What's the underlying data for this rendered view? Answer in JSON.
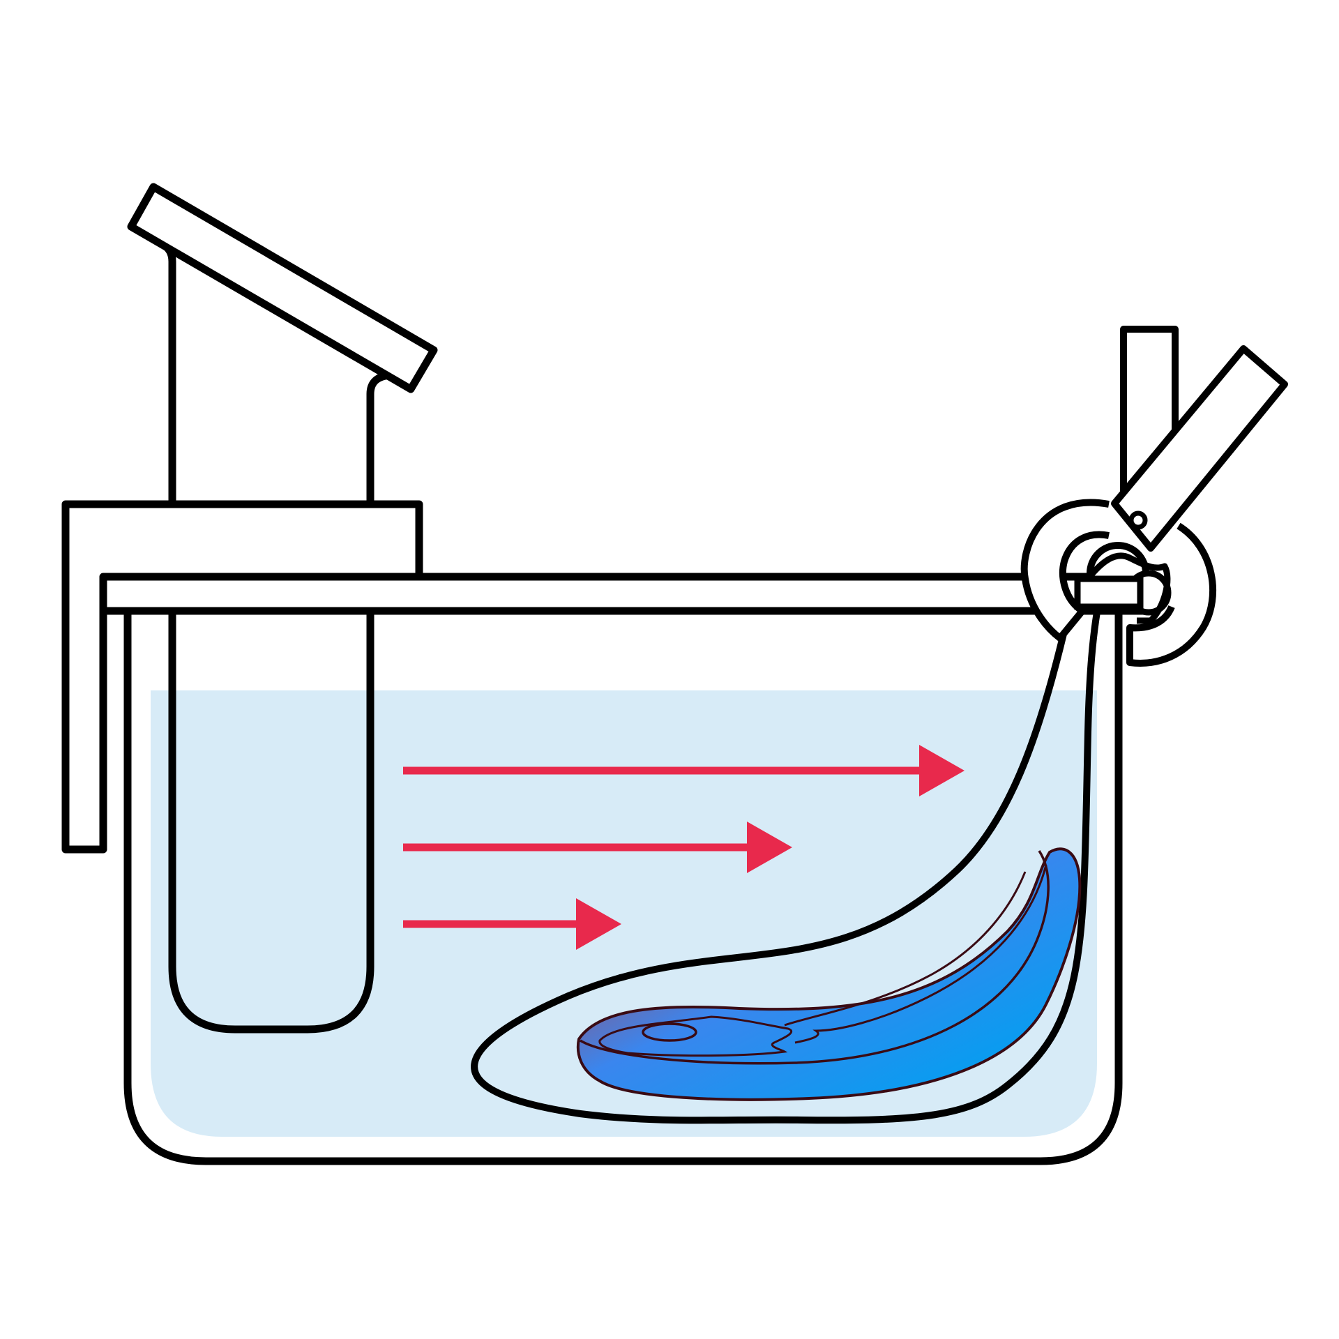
{
  "diagram": {
    "kind": "sous-vide setup: immersion circulator clipped to a water bath with a vacuum-sealed steak in a bag clipped to the rim",
    "labels": [],
    "colors": {
      "outline": "#000000",
      "background": "#ffffff",
      "water": "#d7ebf7",
      "flow_arrow": "#e8294c",
      "steak_hot": "#c0393b",
      "steak_mid": "#3a86ee",
      "steak_cold": "#00a0f0"
    },
    "flow_arrows": {
      "count": 3,
      "direction": "right"
    },
    "components": [
      "immersion-circulator",
      "circulator-clamp",
      "water-bath",
      "water",
      "vacuum-bag",
      "steak",
      "bag-clip"
    ]
  }
}
